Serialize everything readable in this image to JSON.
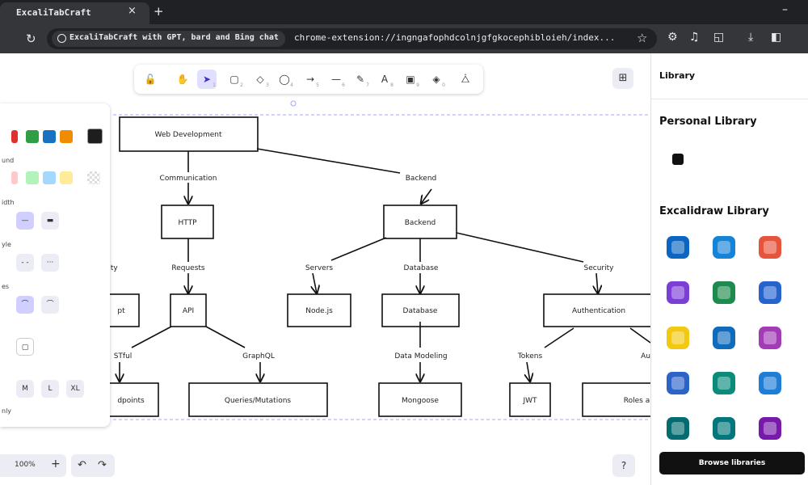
{
  "browser": {
    "tab_title": "ExcaliTabCraft",
    "tab_close": "×",
    "new_tab": "+",
    "minimize": "–",
    "reload": "↻",
    "chip_label": "ExcaliTabCraft with GPT, bard and Bing chat",
    "url": "chrome-extension://ingngafophdcolnjgfgkocephibloieh/index...",
    "star": "☆"
  },
  "toolbar": {
    "tools": [
      {
        "name": "lock",
        "glyph": "🔓",
        "key": ""
      },
      {
        "name": "hand",
        "glyph": "✋",
        "key": ""
      },
      {
        "name": "selection",
        "glyph": "➤",
        "key": "1"
      },
      {
        "name": "rectangle",
        "glyph": "▢",
        "key": "2"
      },
      {
        "name": "diamond",
        "glyph": "◇",
        "key": "3"
      },
      {
        "name": "ellipse",
        "glyph": "◯",
        "key": "4"
      },
      {
        "name": "arrow",
        "glyph": "→",
        "key": "5"
      },
      {
        "name": "line",
        "glyph": "—",
        "key": "6"
      },
      {
        "name": "pencil",
        "glyph": "✎",
        "key": "7"
      },
      {
        "name": "text",
        "glyph": "A",
        "key": "8"
      },
      {
        "name": "image",
        "glyph": "▣",
        "key": "9"
      },
      {
        "name": "eraser",
        "glyph": "◈",
        "key": "0"
      },
      {
        "name": "shapes",
        "glyph": "⧊",
        "key": ""
      }
    ],
    "library_toggle": "⊞"
  },
  "properties": {
    "stroke_colors": [
      "#e03131",
      "#2f9e44",
      "#1971c2",
      "#f08c00"
    ],
    "current_stroke": "#1e1e1e",
    "background_label": "und",
    "background_colors": [
      "#ffc9c9",
      "#b2f2bb",
      "#a5d8ff",
      "#ffec99"
    ],
    "width_label": "idth",
    "style_label": "yle",
    "edges_label": "es",
    "size_label": "",
    "sizes": [
      "M",
      "L",
      "XL"
    ],
    "opacity_label": "nly",
    "stroke_width_btns": [
      "—",
      "▬"
    ],
    "style_btns": [
      "- -",
      "···"
    ],
    "edge_btns": [
      "⌒",
      "⌒"
    ]
  },
  "footer": {
    "zoom": "100%",
    "zoom_plus": "+",
    "undo": "↶",
    "redo": "↷",
    "help": "?"
  },
  "diagram": {
    "root": "Web Development",
    "labels": {
      "communication": "Communication",
      "backend_edge": "Backend",
      "requests": "Requests",
      "servers": "Servers",
      "database_edge": "Database",
      "security": "Security",
      "left_cut": "ity",
      "restful": "STful",
      "graphql": "GraphQL",
      "data_modeling": "Data Modeling",
      "tokens": "Tokens",
      "right_cut": "Au"
    },
    "nodes": {
      "http": "HTTP",
      "backend": "Backend",
      "api": "API",
      "left_box": "pt",
      "nodejs": "Node.js",
      "database": "Database",
      "authentication": "Authentication",
      "endpoints": "dpoints",
      "queries": "Queries/Mutations",
      "mongoose": "Mongoose",
      "jwt": "JWT",
      "roles": "Roles a"
    }
  },
  "sidebar": {
    "title": "Library",
    "personal_title": "Personal Library",
    "excalidraw_title": "Excalidraw Library",
    "browse_label": "Browse libraries",
    "library_items": [
      {
        "name": "linkedin-icon",
        "color": "#0a66c2"
      },
      {
        "name": "onedrive-icon",
        "color": "#1483d8"
      },
      {
        "name": "stacked-layers-icon",
        "color": "#e8543b"
      },
      {
        "name": "loop-icon",
        "color": "#7b3ed6"
      },
      {
        "name": "planner-icon",
        "color": "#1d8a4e"
      },
      {
        "name": "todo-check-icon",
        "color": "#2564cf"
      },
      {
        "name": "power-bi-icon",
        "color": "#f2c811"
      },
      {
        "name": "power-automate-icon",
        "color": "#0f6cbd"
      },
      {
        "name": "power-apps-icon",
        "color": "#a33bb6"
      },
      {
        "name": "viva-engage-icon",
        "color": "#2b63c6"
      },
      {
        "name": "sway-icon",
        "color": "#0b8b7a"
      },
      {
        "name": "edge-icon",
        "color": "#1e7dd6"
      },
      {
        "name": "sharepoint-icon",
        "color": "#036c70"
      },
      {
        "name": "teams-icon",
        "color": "#03787c"
      },
      {
        "name": "onenote-icon",
        "color": "#7719aa"
      }
    ]
  }
}
